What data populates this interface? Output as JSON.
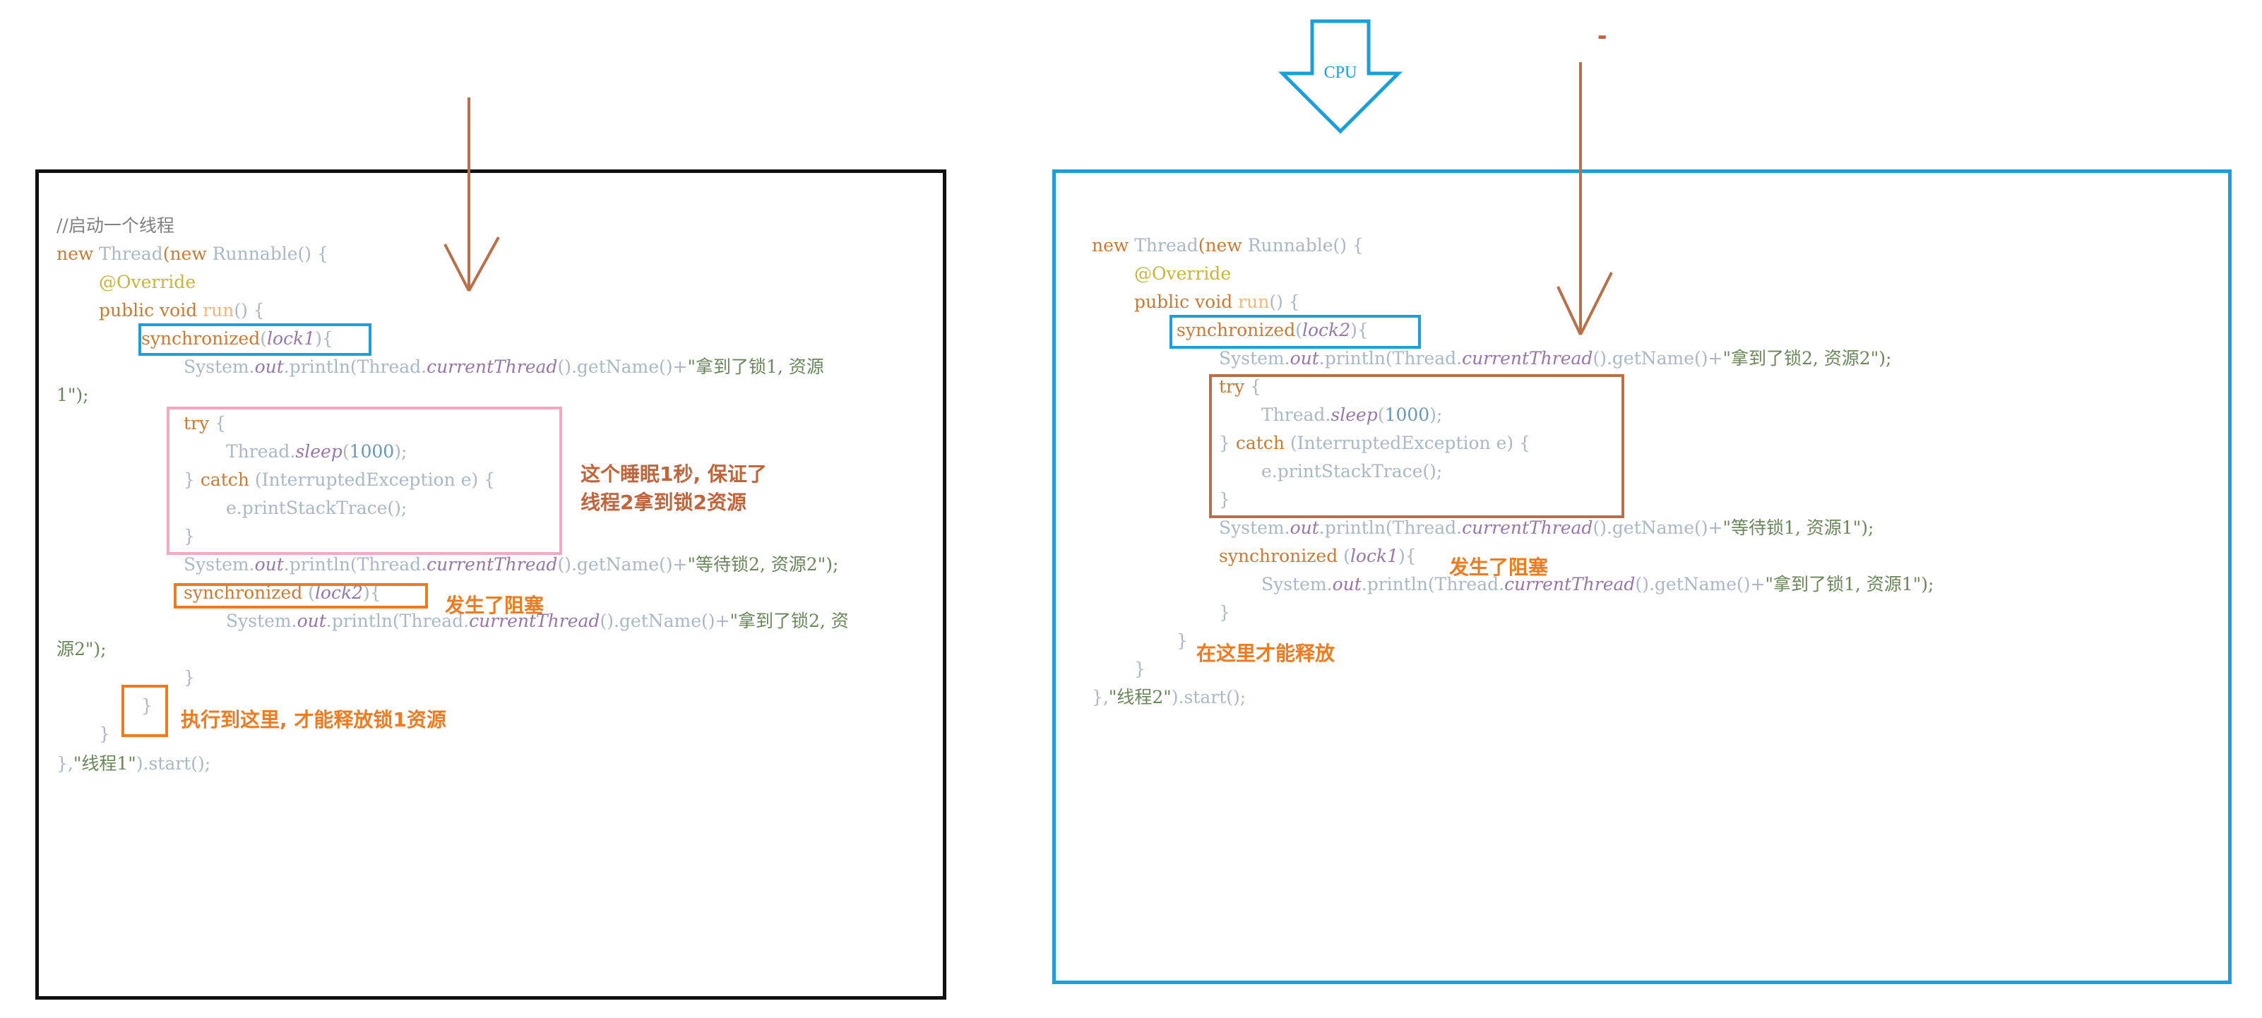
{
  "arrow_label": "CPU",
  "dash_mark": "-",
  "thread1": {
    "lines": {
      "comment": "//启动一个线程",
      "l2": [
        "new ",
        "Thread",
        "(",
        "new ",
        "Runnable",
        "() {"
      ],
      "l3": "@Override",
      "l4": [
        "public void ",
        "run",
        "() {"
      ],
      "l5": [
        "synchronized",
        "(",
        "lock1",
        "){"
      ],
      "l6": [
        "System.",
        "out",
        ".println(Thread.",
        "currentThread",
        "().getName()+",
        "\"拿到了锁1, 资源"
      ],
      "l7": "1\");",
      "l8": [
        "try",
        " {"
      ],
      "l9": [
        "Thread.",
        "sleep",
        "(",
        "1000",
        ");"
      ],
      "l10": [
        "} ",
        "catch",
        " (InterruptedException e) {"
      ],
      "l11": "e.printStackTrace();",
      "l12": "}",
      "l13": [
        "System.",
        "out",
        ".println(Thread.",
        "currentThread",
        "().getName()+",
        "\"等待锁2, 资源2\");"
      ],
      "l14": [
        "synchronized",
        " (",
        "lock2",
        "){"
      ],
      "l15": [
        "System.",
        "out",
        ".println(Thread.",
        "currentThread",
        "().getName()+",
        "\"拿到了锁2, 资"
      ],
      "l16": "源2\");",
      "l17": "}",
      "l18": "}",
      "l19": "}",
      "l20": [
        "},",
        "\"线程1\"",
        ").start();"
      ]
    },
    "notes": {
      "sleep_note_1": "这个睡眠1秒, 保证了",
      "sleep_note_2": "线程2拿到锁2资源",
      "blocked": "发生了阻塞",
      "release": "执行到这里, 才能释放锁1资源"
    }
  },
  "thread2": {
    "lines": {
      "l1": [
        "new ",
        "Thread",
        "(",
        "new ",
        "Runnable",
        "() {"
      ],
      "l2": "@Override",
      "l3": [
        "public void ",
        "run",
        "() {"
      ],
      "l4": [
        "synchronized",
        "(",
        "lock2",
        "){"
      ],
      "l5": [
        "System.",
        "out",
        ".println(Thread.",
        "currentThread",
        "().getName()+",
        "\"拿到了锁2, 资源2\");"
      ],
      "l6": [
        "try",
        " {"
      ],
      "l7": [
        "Thread.",
        "sleep",
        "(",
        "1000",
        ");"
      ],
      "l8": [
        "} ",
        "catch",
        " (InterruptedException e) {"
      ],
      "l9": "e.printStackTrace();",
      "l10": "}",
      "l11": [
        "System.",
        "out",
        ".println(Thread.",
        "currentThread",
        "().getName()+",
        "\"等待锁1, 资源1\");"
      ],
      "l12": [
        "synchronized",
        " (",
        "lock1",
        "){"
      ],
      "l13": [
        "System.",
        "out",
        ".println(Thread.",
        "currentThread",
        "().getName()+",
        "\"拿到了锁1, 资源1\");"
      ],
      "l14": "}",
      "l15": "}",
      "l16": "}",
      "l17": [
        "},",
        "\"线程2\"",
        ").start();"
      ]
    },
    "notes": {
      "blocked": "发生了阻塞",
      "release": "在这里才能释放"
    }
  },
  "colors": {
    "panel1_border": "#111111",
    "panel2_border": "#1a9fdc",
    "box_blue": "#1a9fdc",
    "box_pink": "#f2a7c3",
    "box_orange": "#f07a1f",
    "box_brown": "#b87048",
    "note_brown": "#c0643c",
    "note_orange": "#f07a1f",
    "arrow_brown": "#b87048"
  },
  "icons": [
    "cpu-down-arrow-icon",
    "down-arrow-icon"
  ]
}
